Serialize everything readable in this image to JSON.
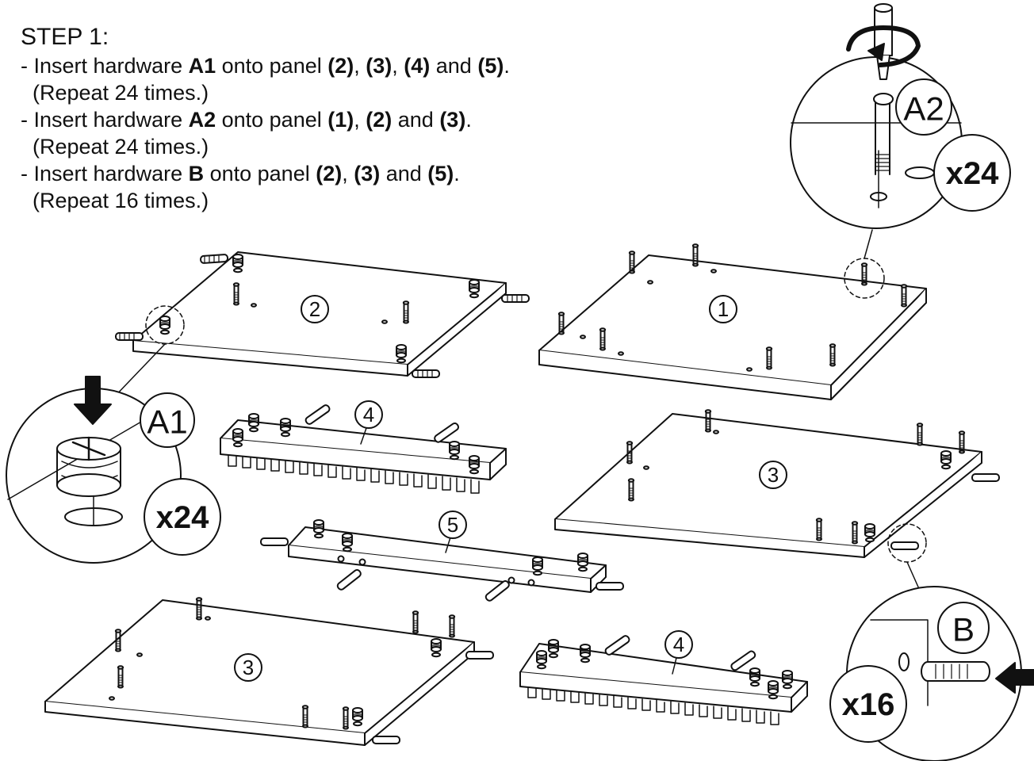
{
  "step": {
    "title": "STEP 1:",
    "items": [
      {
        "dash": "- ",
        "verb": "Insert hardware ",
        "hardware": "A1",
        "mid": " onto panel ",
        "panels": [
          "(2)",
          "(3)",
          "(4)",
          "(5)"
        ],
        "seps": [
          ", ",
          ", ",
          " and "
        ],
        "end": ".",
        "note": "(Repeat 24 times.)"
      },
      {
        "dash": "- ",
        "verb": "Insert hardware ",
        "hardware": "A2",
        "mid": " onto panel ",
        "panels": [
          "(1)",
          "(2)",
          "(3)"
        ],
        "seps": [
          ", ",
          " and "
        ],
        "end": ".",
        "note": "(Repeat 24 times.)"
      },
      {
        "dash": "- ",
        "verb": "Insert hardware ",
        "hardware": "B",
        "mid": " onto panel ",
        "panels": [
          "(2)",
          "(3)",
          "(5)"
        ],
        "seps": [
          ", ",
          " and "
        ],
        "end": ".",
        "note": "(Repeat 16 times.)"
      }
    ]
  },
  "panels": {
    "p1": "1",
    "p2": "2",
    "p3a": "3",
    "p3b": "3",
    "p4a": "4",
    "p4b": "4",
    "p5": "5"
  },
  "callouts": {
    "a1": {
      "label": "A1",
      "qty": "x24",
      "icon": "cam-lock-icon"
    },
    "a2": {
      "label": "A2",
      "qty": "x24",
      "icon": "cam-bolt-screwdriver-icon"
    },
    "b": {
      "label": "B",
      "qty": "x16",
      "icon": "wooden-dowel-icon"
    }
  }
}
